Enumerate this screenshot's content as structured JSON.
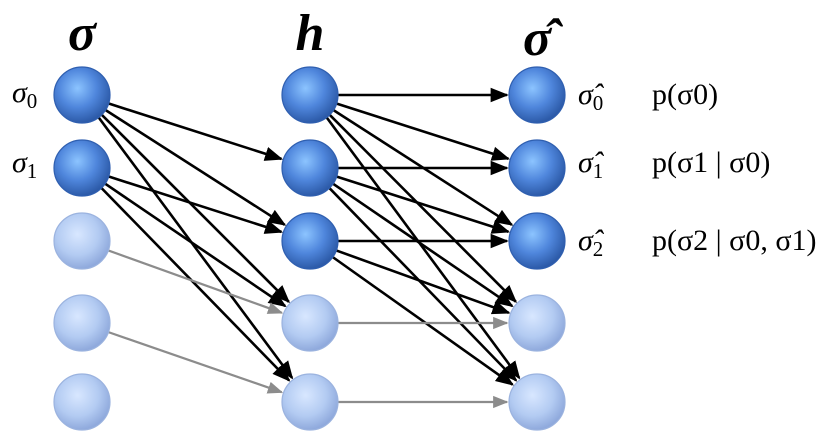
{
  "layers": {
    "input_title": "σ",
    "hidden_title": "h",
    "output_title": "σ̂"
  },
  "input_labels": [
    {
      "symbol": "σ",
      "sub": "0"
    },
    {
      "symbol": "σ",
      "sub": "1"
    }
  ],
  "output_labels": [
    {
      "symbol": "σ̂",
      "sub": "0"
    },
    {
      "symbol": "σ̂",
      "sub": "1"
    },
    {
      "symbol": "σ̂",
      "sub": "2"
    }
  ],
  "probabilities": [
    {
      "text": "p(σ0)"
    },
    {
      "text": "p(σ1 | σ0)"
    },
    {
      "text": "p(σ2 | σ0, σ1)"
    }
  ],
  "node_colors": {
    "active": "#3f78d6",
    "inactive": "#a9c2ee",
    "edge_active": "#000000",
    "edge_inactive": "#8c8c8c"
  }
}
